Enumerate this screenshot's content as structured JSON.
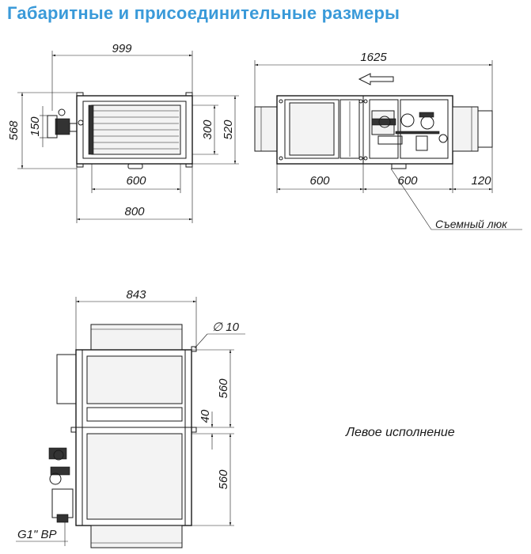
{
  "title": "Габаритные и присоединительные размеры",
  "front_view": {
    "dim_total_width": "999",
    "dim_total_height": "568",
    "dim_connector": "150",
    "dim_opening_height": "300",
    "dim_body_height": "520",
    "dim_opening_width": "600",
    "dim_body_width": "800"
  },
  "side_view": {
    "dim_total_length": "1625",
    "dim_section_1": "600",
    "dim_section_2": "600",
    "dim_connector": "120",
    "hatch_label": "Съемный люк"
  },
  "plan_view": {
    "dim_width": "843",
    "dim_hole": "∅ 10",
    "dim_upper": "560",
    "dim_gap": "40",
    "dim_lower": "560",
    "thread_label": "G1\" ВР",
    "variant_label": "Левое исполнение"
  },
  "colors": {
    "title": "#3a9ad9",
    "lines": "#1a1a1a"
  }
}
